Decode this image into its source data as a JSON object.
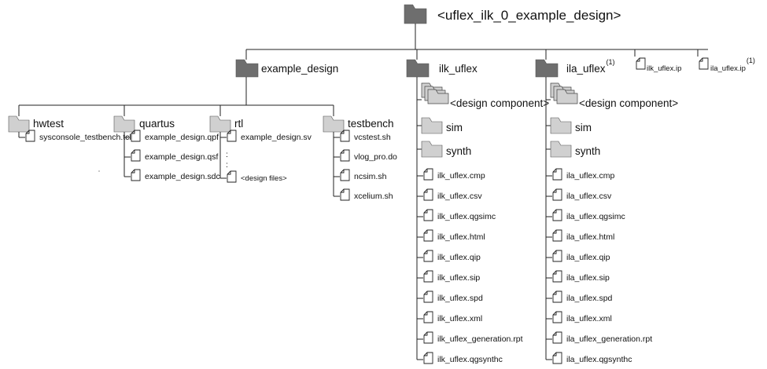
{
  "root": {
    "label": "<uflex_ilk_0_example_design>"
  },
  "top_folders": [
    {
      "key": "example_design",
      "label": "example_design"
    },
    {
      "key": "ilk_uflex",
      "label": "ilk_uflex"
    },
    {
      "key": "ila_uflex",
      "label": "ila_uflex",
      "note": "(1)"
    }
  ],
  "top_files": [
    {
      "label": "ilk_uflex.ip"
    },
    {
      "label": "ila_uflex.ip",
      "note": "(1)"
    }
  ],
  "example_design": {
    "folders": [
      {
        "label": "hwtest",
        "files": [
          "sysconsole_testbench.tcl"
        ]
      },
      {
        "label": "quartus",
        "files": [
          "example_design.qpf",
          "example_design.qsf",
          "example_design.sdc"
        ]
      },
      {
        "label": "rtl",
        "files": [
          "example_design.sv",
          "<design files>"
        ],
        "ellipsis": [
          ":",
          ":"
        ]
      },
      {
        "label": "testbench",
        "files": [
          "vcstest.sh",
          "vlog_pro.do",
          "ncsim.sh",
          "xcelium.sh"
        ]
      }
    ]
  },
  "ilk_uflex": {
    "component": "<design component>",
    "subfolders": [
      "sim",
      "synth"
    ],
    "files": [
      "ilk_uflex.cmp",
      "ilk_uflex.csv",
      "ilk_uflex.qgsimc",
      "ilk_uflex.html",
      "ilk_uflex.qip",
      "ilk_uflex.sip",
      "ilk_uflex.spd",
      "ilk_uflex.xml",
      "ilk_uflex_generation.rpt",
      "ilk_uflex.qgsynthc"
    ]
  },
  "ila_uflex": {
    "component": "<design component>",
    "subfolders": [
      "sim",
      "synth"
    ],
    "files": [
      "ila_uflex.cmp",
      "ila_uflex.csv",
      "ila_uflex.qgsimc",
      "ila_uflex.html",
      "ila_uflex.qip",
      "ila_uflex.sip",
      "ila_uflex.spd",
      "ila_uflex.xml",
      "ila_uflex_generation.rpt",
      "ila_uflex.qgsynthc"
    ]
  },
  "colors": {
    "dark_folder": "#6e6e6e",
    "light_folder": "#d0d0d0",
    "line": "#222222"
  },
  "icons": {
    "folder": "folder-icon",
    "file": "file-icon",
    "stacked_folders": "stacked-folders-icon"
  }
}
